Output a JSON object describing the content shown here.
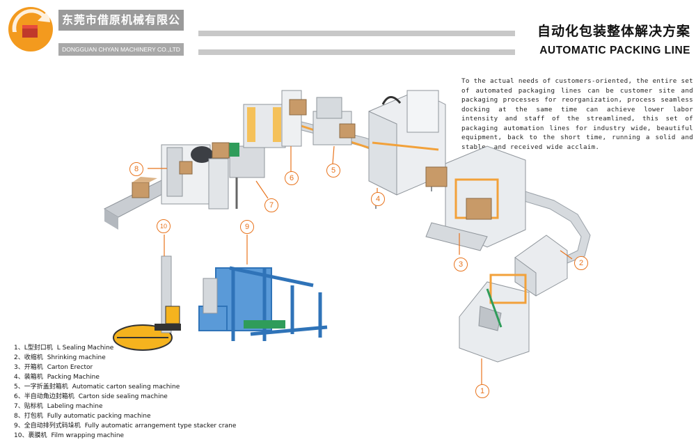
{
  "header": {
    "company_cn": "东莞市借原机械有限公司",
    "company_en": "DONGGUAN CHYAN MACHINERY CO.,LTD",
    "title_cn": "自动化包装整体解决方案",
    "title_en": "AUTOMATIC PACKING LINE"
  },
  "description": "To the actual needs of customers-oriented, the entire set of automated packaging lines can be customer site and packaging processes for reorganization, process seamless docking at the same time can achieve lower labor intensity and staff of the streamlined, this set of packaging automation lines for industry wide, beautiful equipment, back to the short time, running a solid and stable, and received wide acclaim.",
  "legend": [
    {
      "num": "1、",
      "cn": "L型封口机",
      "en": "L Sealing Machine"
    },
    {
      "num": "2、",
      "cn": "收缩机",
      "en": "Shrinking machine"
    },
    {
      "num": "3、",
      "cn": "开箱机",
      "en": "Carton Erector"
    },
    {
      "num": "4、",
      "cn": "装箱机",
      "en": "Packing Machine"
    },
    {
      "num": "5、",
      "cn": "一字折盖封箱机",
      "en": "Automatic carton sealing machine"
    },
    {
      "num": "6、",
      "cn": "半自动角边封箱机",
      "en": "Carton side sealing machine"
    },
    {
      "num": "7、",
      "cn": "贴标机",
      "en": "Labeling machine"
    },
    {
      "num": "8、",
      "cn": "打包机",
      "en": "Fully automatic packing machine"
    },
    {
      "num": "9、",
      "cn": "全自动排列式码垛机",
      "en": "Fully automatic arrangement type stacker crane"
    },
    {
      "num": "10、",
      "cn": "裹膜机",
      "en": "Film wrapping machine"
    }
  ],
  "callouts": [
    "1",
    "2",
    "3",
    "4",
    "5",
    "6",
    "7",
    "8",
    "9",
    "10"
  ],
  "colors": {
    "accent": "#e8731c",
    "frame": "#3b82c6",
    "steel": "#b9bec4",
    "box": "#c89a68"
  }
}
